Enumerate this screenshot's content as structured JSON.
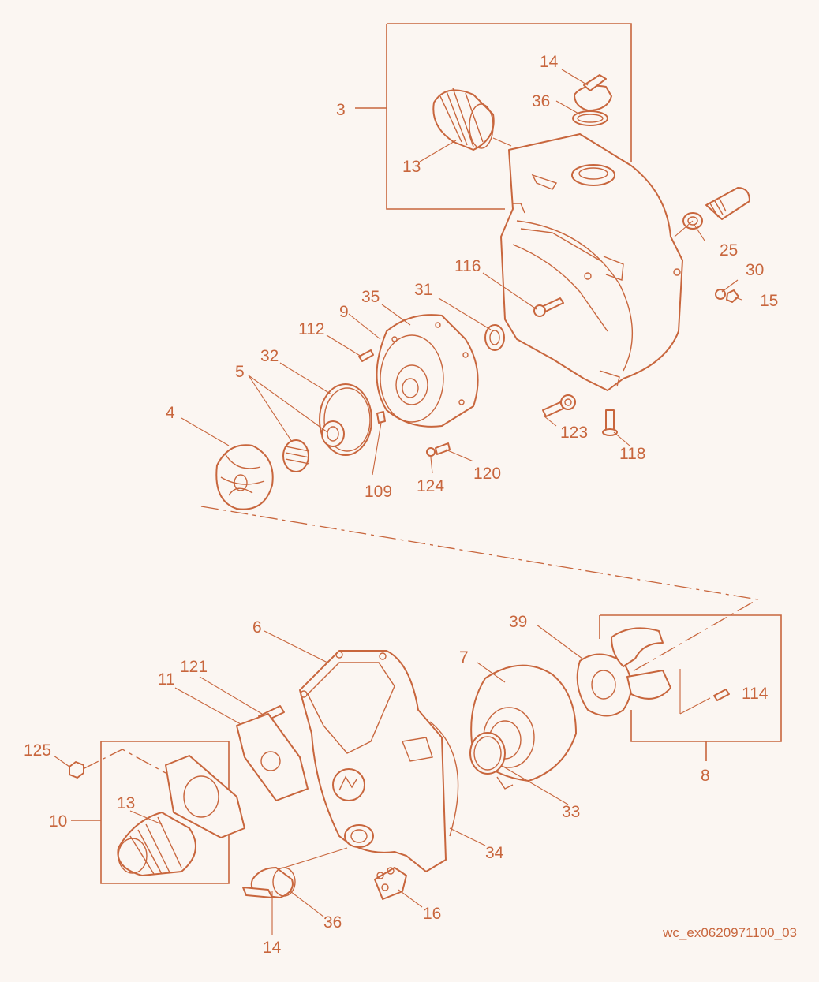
{
  "accent_color": "#c8663d",
  "background_color": "#fbf6f2",
  "drawing_id": "wc_ex0620971100_03",
  "callouts": {
    "c3": "3",
    "c14a": "14",
    "c36a": "36",
    "c13a": "13",
    "c25": "25",
    "c30": "30",
    "c15": "15",
    "c116": "116",
    "c35": "35",
    "c31": "31",
    "c9": "9",
    "c112": "112",
    "c32": "32",
    "c5": "5",
    "c4": "4",
    "c109": "109",
    "c124": "124",
    "c120": "120",
    "c123": "123",
    "c118": "118",
    "c6": "6",
    "c7": "7",
    "c39": "39",
    "c121": "121",
    "c11": "11",
    "c114": "114",
    "c125": "125",
    "c8": "8",
    "c13b": "13",
    "c10": "10",
    "c33": "33",
    "c34": "34",
    "c36b": "36",
    "c16": "16",
    "c14b": "14"
  }
}
